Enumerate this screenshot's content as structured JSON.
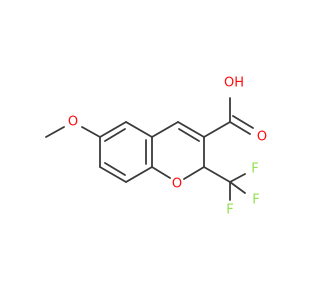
{
  "molecule": {
    "atoms": [
      {
        "id": "O_carbonyl",
        "symbol": "O",
        "color": "#ff0d0d"
      },
      {
        "id": "O_hydroxyl",
        "symbol": "OH",
        "color": "#ff0d0d"
      },
      {
        "id": "O_methoxy",
        "symbol": "O",
        "color": "#ff0d0d"
      },
      {
        "id": "O_ring",
        "symbol": "O",
        "color": "#ff0d0d"
      },
      {
        "id": "F1",
        "symbol": "F",
        "color": "#90e050"
      },
      {
        "id": "F2",
        "symbol": "F",
        "color": "#90e050"
      },
      {
        "id": "F3",
        "symbol": "F",
        "color": "#90e050"
      }
    ],
    "bond_color": "#3a3a3a"
  }
}
